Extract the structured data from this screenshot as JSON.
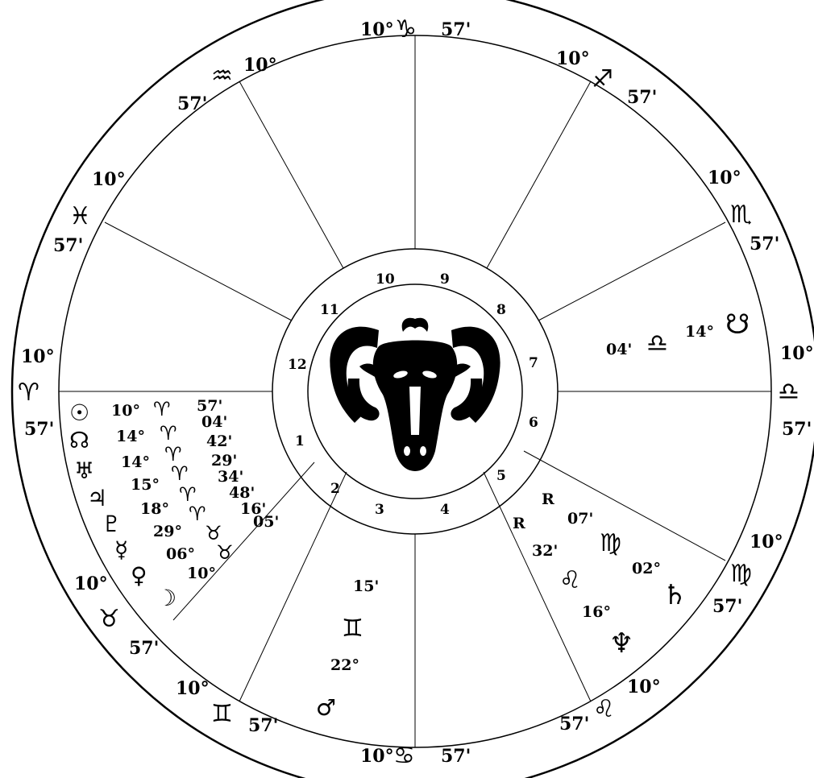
{
  "cusps": {
    "c10": {
      "deg": "10°",
      "sign": "♑",
      "min": "57'"
    },
    "c11": {
      "deg": "10°",
      "sign": "♒",
      "min": "57'"
    },
    "c12": {
      "deg": "10°",
      "sign": "♓",
      "min": "57'"
    },
    "c1": {
      "deg": "10°",
      "sign": "♈",
      "min": "57'"
    },
    "c2": {
      "deg": "10°",
      "sign": "♉",
      "min": "57'"
    },
    "c3": {
      "deg": "10°",
      "sign": "♊",
      "min": "57'"
    },
    "c4": {
      "deg": "10°",
      "sign": "♋",
      "min": "57'"
    },
    "c5": {
      "deg": "10°",
      "sign": "♌",
      "min": "57'"
    },
    "c6": {
      "deg": "10°",
      "sign": "♍",
      "min": "57'"
    },
    "c7": {
      "deg": "10°",
      "sign": "♎",
      "min": "57'"
    },
    "c8": {
      "deg": "10°",
      "sign": "♏",
      "min": "57'"
    },
    "c9": {
      "deg": "10°",
      "sign": "♐",
      "min": "57'"
    }
  },
  "houses": [
    "1",
    "2",
    "3",
    "4",
    "5",
    "6",
    "7",
    "8",
    "9",
    "10",
    "11",
    "12"
  ],
  "planets": {
    "sun": {
      "glyph": "☉",
      "deg": "10°",
      "sign": "♈",
      "min": "57'"
    },
    "node": {
      "glyph": "☊",
      "deg": "14°",
      "sign": "♈",
      "min": "04'"
    },
    "uranus": {
      "glyph": "♅",
      "deg": "14°",
      "sign": "♈",
      "min": "42'"
    },
    "jupiter": {
      "glyph": "♃",
      "deg": "15°",
      "sign": "♈",
      "min": "29'"
    },
    "pluto": {
      "glyph": "♇",
      "deg": "18°",
      "sign": "♈",
      "min": "34'"
    },
    "mercury": {
      "glyph": "☿",
      "deg": "29°",
      "sign": "♈",
      "min": "48'"
    },
    "venus": {
      "glyph": "♀",
      "deg": "06°",
      "sign": "♉",
      "min": "16'"
    },
    "moon": {
      "glyph": "☽",
      "deg": "10°",
      "sign": "♉",
      "min": "05'"
    },
    "mars": {
      "glyph": "♂",
      "deg": "22°",
      "sign": "♊",
      "min": "15'"
    },
    "neptune": {
      "glyph": "♆",
      "deg": "16°",
      "sign": "♌",
      "min": "32'",
      "retro": "R"
    },
    "saturn": {
      "glyph": "♄",
      "deg": "02°",
      "sign": "♍",
      "min": "07'",
      "retro": "R"
    },
    "southnode": {
      "glyph": "☋",
      "deg": "14°",
      "sign": "♎",
      "min": "04'"
    }
  },
  "center": {
    "symbol": "ram-head",
    "color": "#000000"
  }
}
